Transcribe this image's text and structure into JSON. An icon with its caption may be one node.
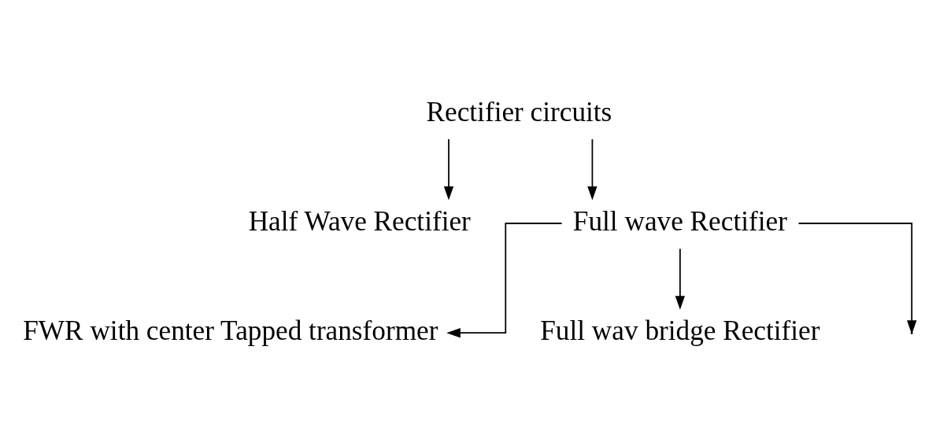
{
  "diagram": {
    "nodes": [
      {
        "text": [
          "Rectifier circuits"
        ]
      },
      {
        "text": [
          "Half Wave Rectifier"
        ]
      },
      {
        "text": [
          "Full wave Rectifier"
        ]
      },
      {
        "text": [
          "FWR with center Tapped transformer"
        ]
      },
      {
        "text": [
          "Full wav bridge Rectifier"
        ]
      }
    ],
    "edges": [
      {
        "from": 0,
        "to": 1,
        "arrow": "to"
      },
      {
        "from": 0,
        "to": 2,
        "arrow": "to"
      },
      {
        "from": 2,
        "to": 3,
        "arrow": "to"
      },
      {
        "from": 2,
        "to": 4,
        "arrow": "to"
      },
      {
        "from": 2,
        "to": null,
        "arrow": "to"
      }
    ]
  }
}
